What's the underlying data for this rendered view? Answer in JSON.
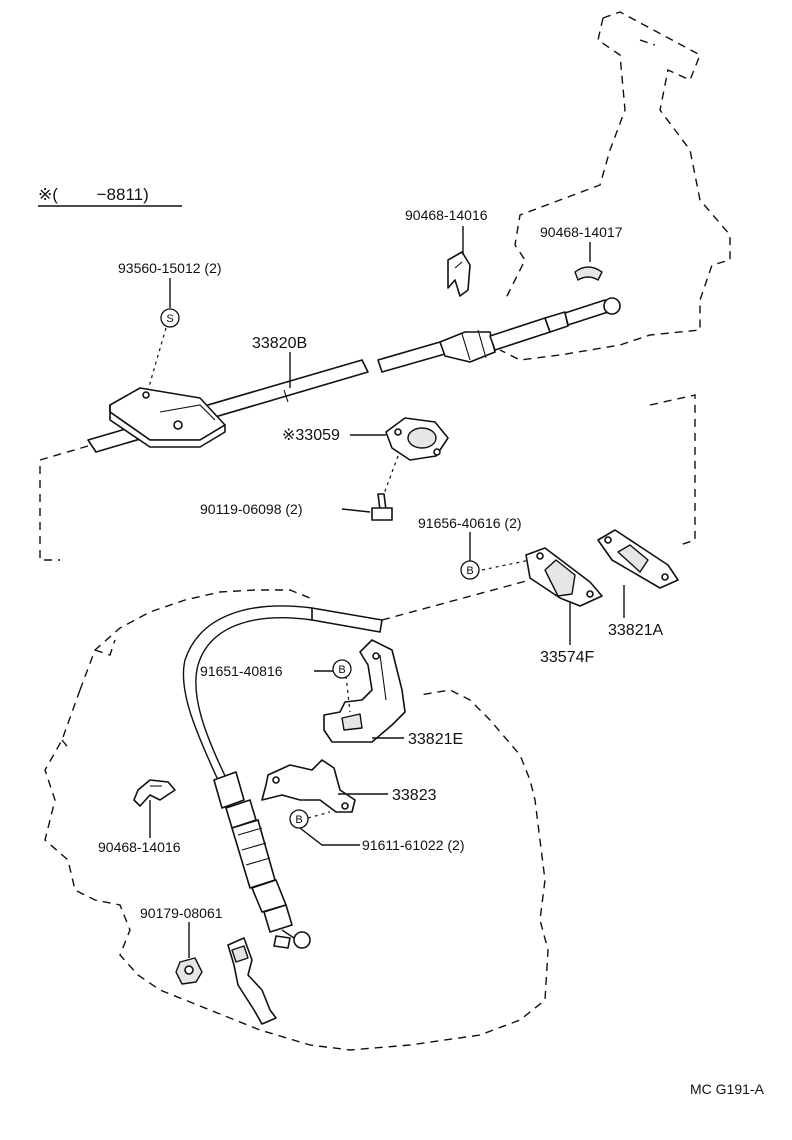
{
  "header": {
    "note": "※(　　 −8811)"
  },
  "callouts": {
    "p90468_14016_top": "90468-14016",
    "p90468_14017": "90468-14017",
    "p93560_15012": "93560-15012 (2)",
    "p33820B": "33820B",
    "p33059": "※33059",
    "p90119_06098": "90119-06098 (2)",
    "p91656_40616": "91656-40616 (2)",
    "p33821A": "33821A",
    "p33574F": "33574F",
    "p91651_40816": "91651-40816",
    "p33821E": "33821E",
    "p33823": "33823",
    "p91611_61022": "91611-61022 (2)",
    "p90468_14016_bot": "90468-14016",
    "p90179_08061": "90179-08061"
  },
  "symbols": {
    "s": "S",
    "b": "B"
  },
  "footer": {
    "code": "MC G191-A"
  }
}
